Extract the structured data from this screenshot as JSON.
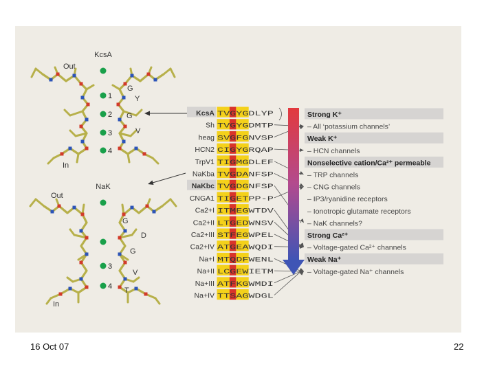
{
  "structures": {
    "kcsa": {
      "title": "KcsA",
      "out_label": "Out",
      "in_label": "In",
      "site_numbers": [
        "1",
        "2",
        "3",
        "4"
      ],
      "residue_labels": [
        "G",
        "Y",
        "G",
        "V"
      ]
    },
    "nak": {
      "title": "NaK",
      "out_label": "Out",
      "in_label": "In",
      "site_numbers": [
        "3",
        "4"
      ],
      "residue_labels": [
        "G",
        "D",
        "G",
        "V",
        "T"
      ]
    }
  },
  "alignment": {
    "rows": [
      {
        "name": "KcsA",
        "seq": "TVGYGDLYP",
        "bold": true,
        "shaded": true
      },
      {
        "name": "Sh",
        "seq": "TVGYGDMTP",
        "bold": false,
        "shaded": false
      },
      {
        "name": "heag",
        "seq": "SVGFGNVSP",
        "bold": false,
        "shaded": false
      },
      {
        "name": "HCN2",
        "seq": "CIGYGRQAP",
        "bold": false,
        "shaded": false
      },
      {
        "name": "TrpV1",
        "seq": "TIGMGDLEF",
        "bold": false,
        "shaded": false
      },
      {
        "name": "NaKba",
        "seq": "TVGDANFSP",
        "bold": false,
        "shaded": false
      },
      {
        "name": "NaKbc",
        "seq": "TVGDGNFSP",
        "bold": true,
        "shaded": true
      },
      {
        "name": "CNGA1",
        "seq": "TIGETPP-P",
        "bold": false,
        "shaded": false
      },
      {
        "name": "Ca2+I",
        "seq": "ITMEGWTDV",
        "bold": false,
        "shaded": false
      },
      {
        "name": "Ca2+II",
        "seq": "LTGEDWNSV",
        "bold": false,
        "shaded": false
      },
      {
        "name": "Ca2+III",
        "seq": "STFEGWPEL",
        "bold": false,
        "shaded": false
      },
      {
        "name": "Ca2+IV",
        "seq": "ATGEAWQDI",
        "bold": false,
        "shaded": false
      },
      {
        "name": "Na+I",
        "seq": "MTQDFWENL",
        "bold": false,
        "shaded": false
      },
      {
        "name": "Na+II",
        "seq": "LCGEWIETM",
        "bold": false,
        "shaded": false
      },
      {
        "name": "Na+III",
        "seq": "ATFKGWMDI",
        "bold": false,
        "shaded": false
      },
      {
        "name": "Na+IV",
        "seq": "TTSAGWDGL",
        "bold": false,
        "shaded": false
      }
    ]
  },
  "categories": [
    {
      "label": "Strong K⁺",
      "header": true
    },
    {
      "label": "– All ‘potassium channels’",
      "header": false
    },
    {
      "label": "Weak K⁺",
      "header": true
    },
    {
      "label": "– HCN channels",
      "header": false
    },
    {
      "label": "Nonselective cation/Ca²⁺ permeable",
      "header": true
    },
    {
      "label": "– TRP channels",
      "header": false
    },
    {
      "label": "– CNG channels",
      "header": false
    },
    {
      "label": "– IP3/ryanidine receptors",
      "header": false
    },
    {
      "label": "– Ionotropic glutamate receptors",
      "header": false
    },
    {
      "label": "– NaK channels?",
      "header": false
    },
    {
      "label": "Strong Ca²⁺",
      "header": true
    },
    {
      "label": "– Voltage-gated Ca²⁺ channels",
      "header": false
    },
    {
      "label": "Weak Na⁺",
      "header": true
    },
    {
      "label": "– Voltage-gated Na⁺ channels",
      "header": false
    }
  ],
  "colors": {
    "figure_bg": "#efece5",
    "ion": "#19a04a",
    "stick": "#b7b04a",
    "nitrogen": "#2c54b8",
    "oxygen": "#d23a2a",
    "highlight_yellow": "#f4d11a",
    "highlight_red": "#d9342a",
    "header_band": "#d6d4d2",
    "gradient_top": "#e23a3e",
    "gradient_bottom": "#3f55b5"
  },
  "footer": {
    "date": "16 Oct 07",
    "page": "22"
  }
}
